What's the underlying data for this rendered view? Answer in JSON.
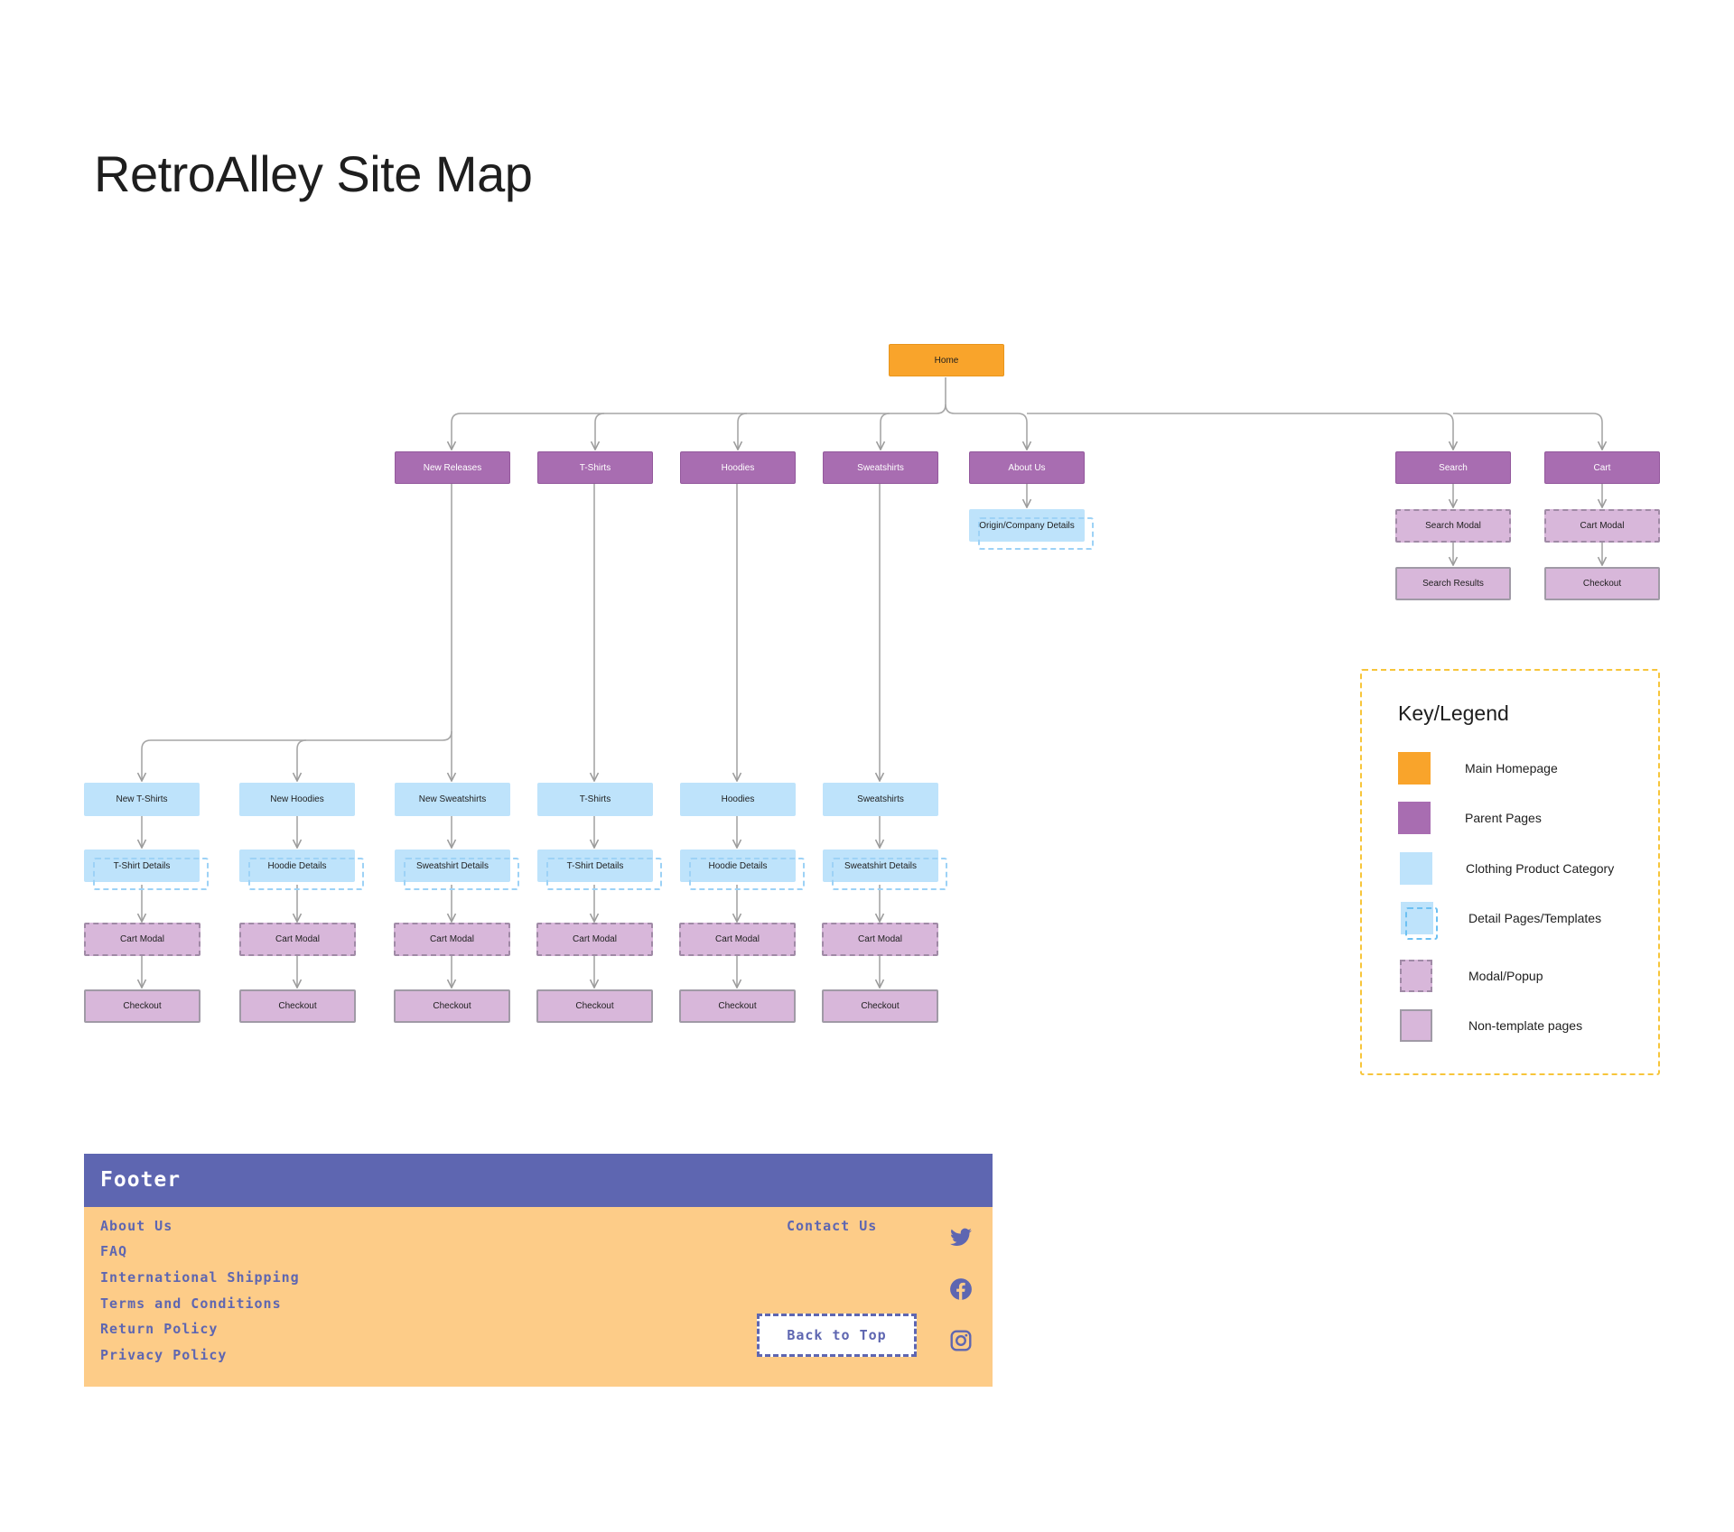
{
  "title": "RetroAlley Site Map",
  "colors": {
    "home": "#f9a42b",
    "parent": "#a86db1",
    "category": "#bee3fb",
    "modal": "#d8b7da",
    "legend_border": "#f7c53a",
    "footer_header": "#5e66b1",
    "footer_body": "#fdcc88"
  },
  "sitemap": {
    "home": "Home",
    "parents": {
      "new_releases": "New Releases",
      "tshirts": "T-Shirts",
      "hoodies": "Hoodies",
      "sweatshirts": "Sweatshirts",
      "about": "About Us",
      "search": "Search",
      "cart": "Cart"
    },
    "about_detail": "Origin/Company Details",
    "search_flow": {
      "modal": "Search Modal",
      "results": "Search Results"
    },
    "cart_flow": {
      "modal": "Cart Modal",
      "checkout": "Checkout"
    },
    "columns": [
      {
        "category": "New T-Shirts",
        "detail": "T-Shirt Details",
        "modal": "Cart Modal",
        "checkout": "Checkout"
      },
      {
        "category": "New Hoodies",
        "detail": "Hoodie Details",
        "modal": "Cart Modal",
        "checkout": "Checkout"
      },
      {
        "category": "New Sweatshirts",
        "detail": "Sweatshirt Details",
        "modal": "Cart Modal",
        "checkout": "Checkout"
      },
      {
        "category": "T-Shirts",
        "detail": "T-Shirt Details",
        "modal": "Cart Modal",
        "checkout": "Checkout"
      },
      {
        "category": "Hoodies",
        "detail": "Hoodie Details",
        "modal": "Cart Modal",
        "checkout": "Checkout"
      },
      {
        "category": "Sweatshirts",
        "detail": "Sweatshirt Details",
        "modal": "Cart Modal",
        "checkout": "Checkout"
      }
    ]
  },
  "legend": {
    "title": "Key/Legend",
    "items": [
      "Main Homepage",
      "Parent Pages",
      "Clothing Product Category",
      "Detail Pages/Templates",
      "Modal/Popup",
      "Non-template pages"
    ]
  },
  "footer": {
    "title": "Footer",
    "links": [
      "About Us",
      "FAQ",
      "International Shipping",
      "Terms and Conditions",
      "Return Policy",
      "Privacy Policy"
    ],
    "contact": "Contact Us",
    "back_to_top": "Back to Top",
    "social_icons": [
      "twitter-icon",
      "facebook-icon",
      "instagram-icon"
    ]
  }
}
